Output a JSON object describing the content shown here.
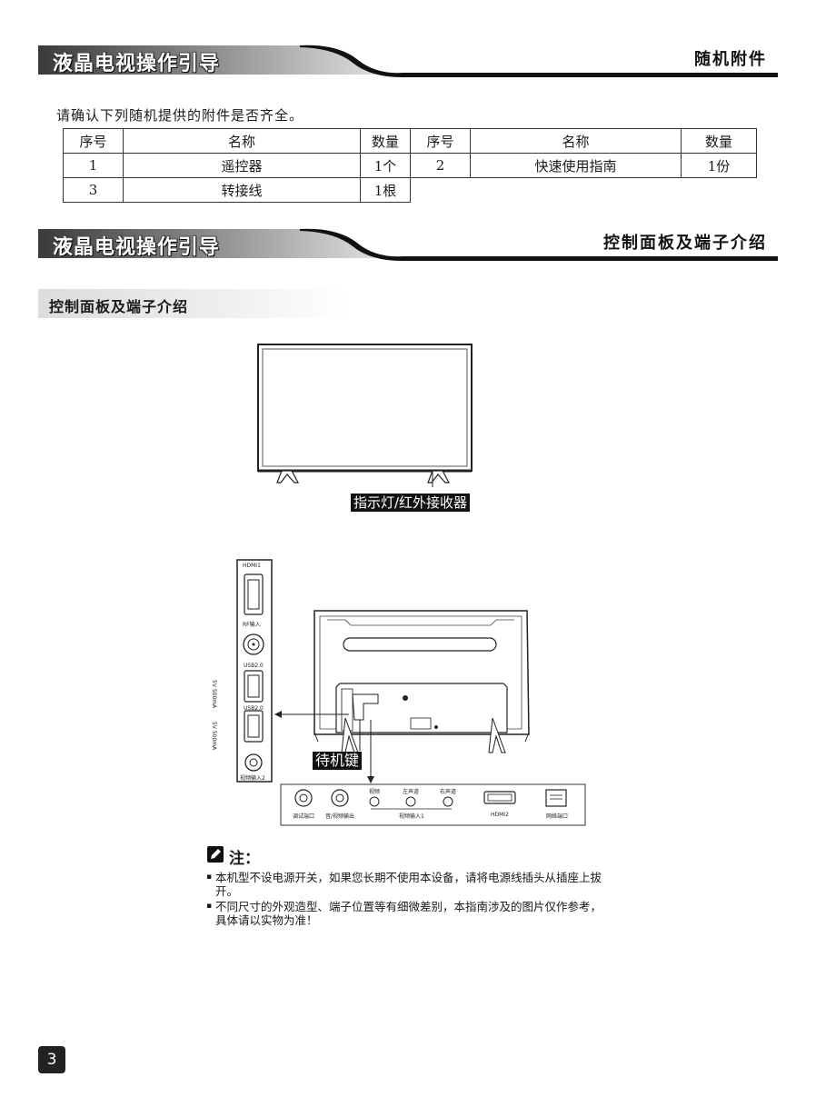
{
  "banner1": {
    "title": "液晶电视操作引导",
    "right": "随机附件"
  },
  "intro": "请确认下列随机提供的附件是否齐全。",
  "table": {
    "headers": [
      "序号",
      "名称",
      "数量",
      "序号",
      "名称",
      "数量"
    ],
    "rows": [
      [
        "1",
        "遥控器",
        "1个",
        "2",
        "快速使用指南",
        "1份"
      ],
      [
        "3",
        "转接线",
        "1根",
        "",
        "",
        ""
      ]
    ]
  },
  "banner2": {
    "title": "液晶电视操作引导",
    "right": "控制面板及端子介绍"
  },
  "subheading": "控制面板及端子介绍",
  "front_diagram": {
    "indicator_label": "指示灯/红外接收器"
  },
  "side_panel": {
    "hdmi1": "HDMI1",
    "rf": "RF输入",
    "usb_top": "USB2.0",
    "usb_top_spec": "5V 500mA",
    "usb_bottom": "USB2.0",
    "usb_bottom_spec": "5V 500mA",
    "video_in2": "视频输入2"
  },
  "standby_label": "待机键",
  "bottom_panel": {
    "debug": "调试端口",
    "audio_out": "音/视频输出",
    "video": "视频",
    "left": "左声道",
    "right": "右声道",
    "video_in1": "视频输入1",
    "hdmi2": "HDMI2",
    "network": "网络端口"
  },
  "note": {
    "title": "注：",
    "items": [
      "本机型不设电源开关，如果您长期不使用本设备，请将电源线插头从插座上拔开。",
      "不同尺寸的外观造型、端子位置等有细微差别，本指南涉及的图片仅作参考，具体请以实物为准！"
    ]
  },
  "page_number": "3"
}
